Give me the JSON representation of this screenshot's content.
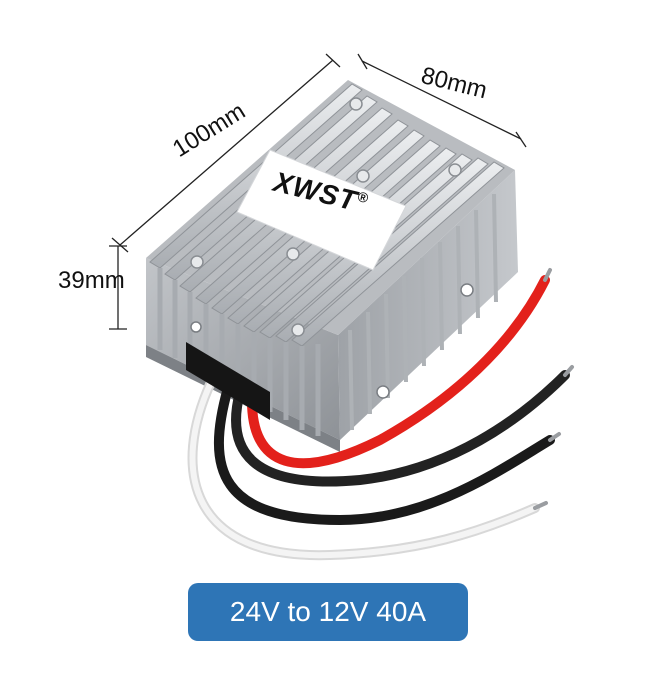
{
  "product": {
    "brand": "XWST",
    "brand_mark": "®"
  },
  "dimensions": {
    "length": "100mm",
    "width": "80mm",
    "height": "39mm"
  },
  "caption": "24V to 12V 40A",
  "colors": {
    "caption_bg": "#2e75b6",
    "caption_text": "#ffffff",
    "housing": "#c9ccd0",
    "wire_red": "#e3211b",
    "wire_black": "#1a1a1a",
    "wire_white": "#eeeeee"
  }
}
